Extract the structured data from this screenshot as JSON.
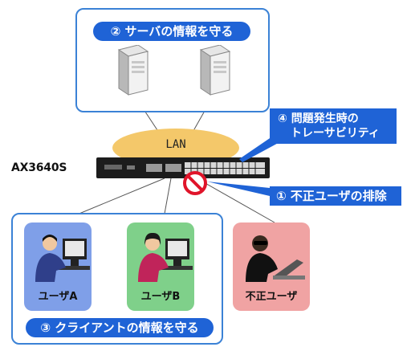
{
  "server_group": {
    "label": "② サーバの情報を守る"
  },
  "network": {
    "lan_label": "LAN",
    "switch_model": "AX3640S"
  },
  "callouts": {
    "traceability": {
      "line1": "④ 問題発生時の",
      "line2": "トレーサビリティ"
    },
    "exclusion": "① 不正ユーザの排除"
  },
  "client_group": {
    "label": "③ クライアントの情報を守る"
  },
  "users": [
    {
      "label": "ユーザA",
      "bg": "#7f9fe8"
    },
    {
      "label": "ユーザB",
      "bg": "#7fd08a"
    },
    {
      "label": "不正ユーザ",
      "bg": "#f0a3a3"
    }
  ],
  "colors": {
    "accent_blue": "#1f63d6",
    "frame_blue": "#3b82d6",
    "lan_fill": "#f4c86a",
    "block_red": "#e0142a"
  }
}
